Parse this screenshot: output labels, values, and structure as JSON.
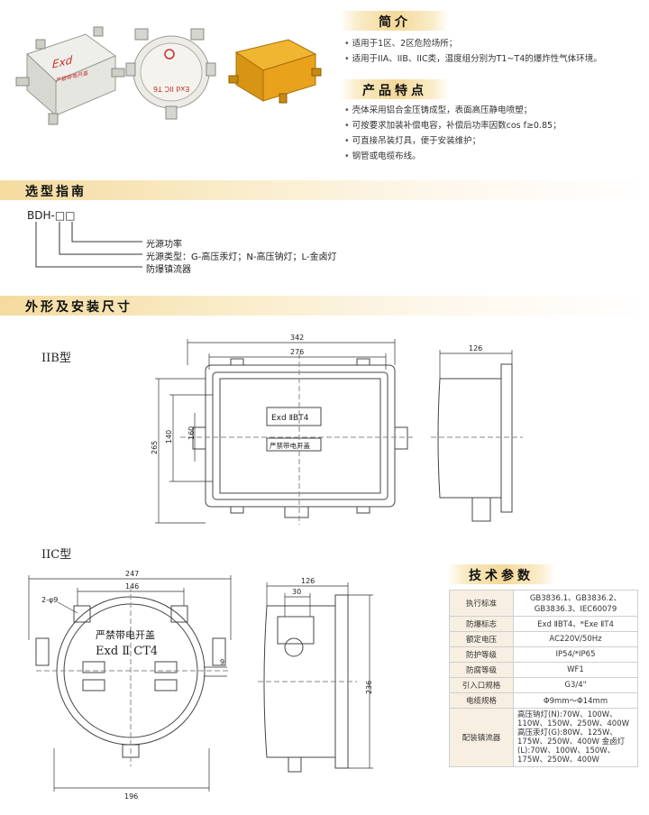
{
  "intro": {
    "title": "简介",
    "items": [
      "适用于1区、2区危险场所；",
      "适用于IIA、IIB、IIC类，温度组分别为T1~T4的爆炸性气体环境。"
    ]
  },
  "features": {
    "title": "产品特点",
    "items": [
      "壳体采用铝合金压铸成型，表面高压静电喷塑；",
      "可按要求加装补偿电容，补偿后功率因数cos f≥0.85；",
      "可直接吊装灯具，便于安装维护；",
      "钢管或电缆布线。"
    ]
  },
  "photos": {
    "box1_label": "Exd",
    "box1_sub": "严禁带电开盖",
    "box2_label": "Exd IIC T6"
  },
  "selection": {
    "title": "选型指南",
    "model": "BDH-□□",
    "lines": [
      "光源功率",
      "光源类型：G-高压汞灯；N-高压钠灯；L-金卤灯",
      "防爆镇流器"
    ]
  },
  "dimensions": {
    "title": "外形及安装尺寸",
    "iib_label": "IIB型",
    "iic_label": "IIC型",
    "iib": {
      "width_outer": "342",
      "width_inner": "276",
      "height_outer": "265",
      "height_inner": "140",
      "height_mid": "160",
      "depth": "126",
      "nameplate": "Exd ⅡBT4",
      "warning": "严禁带电开盖"
    },
    "iic": {
      "width_outer": "247",
      "width_inner": "146",
      "hole": "2-φ9",
      "bottom": "196",
      "side_9": "9",
      "depth": "126",
      "depth_inner": "30",
      "height": "236",
      "warning": "严禁带电开盖",
      "nameplate": "Exd Ⅱ CT4"
    }
  },
  "tech": {
    "title": "技术参数",
    "rows": [
      {
        "k": "执行标准",
        "v": "GB3836.1、GB3836.2、GB3836.3、IEC60079"
      },
      {
        "k": "防爆标志",
        "v": "Exd ⅡBT4、*Exe ⅡT4"
      },
      {
        "k": "额定电压",
        "v": "AC220V/50Hz"
      },
      {
        "k": "防护等级",
        "v": "IP54/*IP65"
      },
      {
        "k": "防腐等级",
        "v": "WF1"
      },
      {
        "k": "引入口规格",
        "v": "G3/4\""
      },
      {
        "k": "电缆规格",
        "v": "Φ9mm～Φ14mm"
      },
      {
        "k": "配装镇流器",
        "v": "高压钠灯(N):70W、100W、110W、150W、250W、400W 高压汞灯(G):80W、125W、175W、250W、400W 金卤灯(L):70W、100W、150W、175W、250W、400W"
      }
    ]
  },
  "colors": {
    "banner": "#f4dba0",
    "table_key_bg": "#f7efe2",
    "logo_red": "#c8302a",
    "yellow_box": "#e8a21c"
  }
}
